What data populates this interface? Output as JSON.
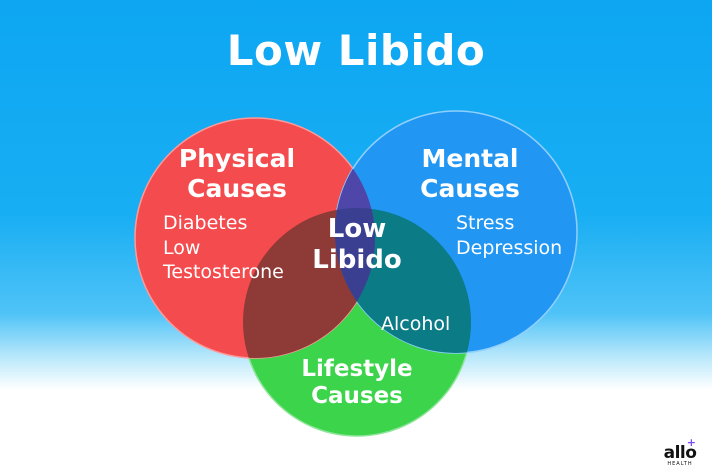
{
  "title": "Low Libido",
  "sets": {
    "physical": {
      "label": [
        "Physical",
        "Causes"
      ],
      "items": [
        "Diabetes",
        "Low",
        "Testosterone"
      ],
      "color": "#f44b4e"
    },
    "mental": {
      "label": [
        "Mental",
        "Causes"
      ],
      "items": [
        "Stress",
        "Depression"
      ],
      "color": "#2196f3"
    },
    "lifestyle": {
      "label": [
        "Lifestyle",
        "Causes"
      ],
      "items": [
        "Alcohol"
      ],
      "color": "#3bd44b"
    }
  },
  "center": [
    "Low",
    "Libido"
  ],
  "logo": {
    "text": "allo",
    "subtext": "HEALTH"
  }
}
